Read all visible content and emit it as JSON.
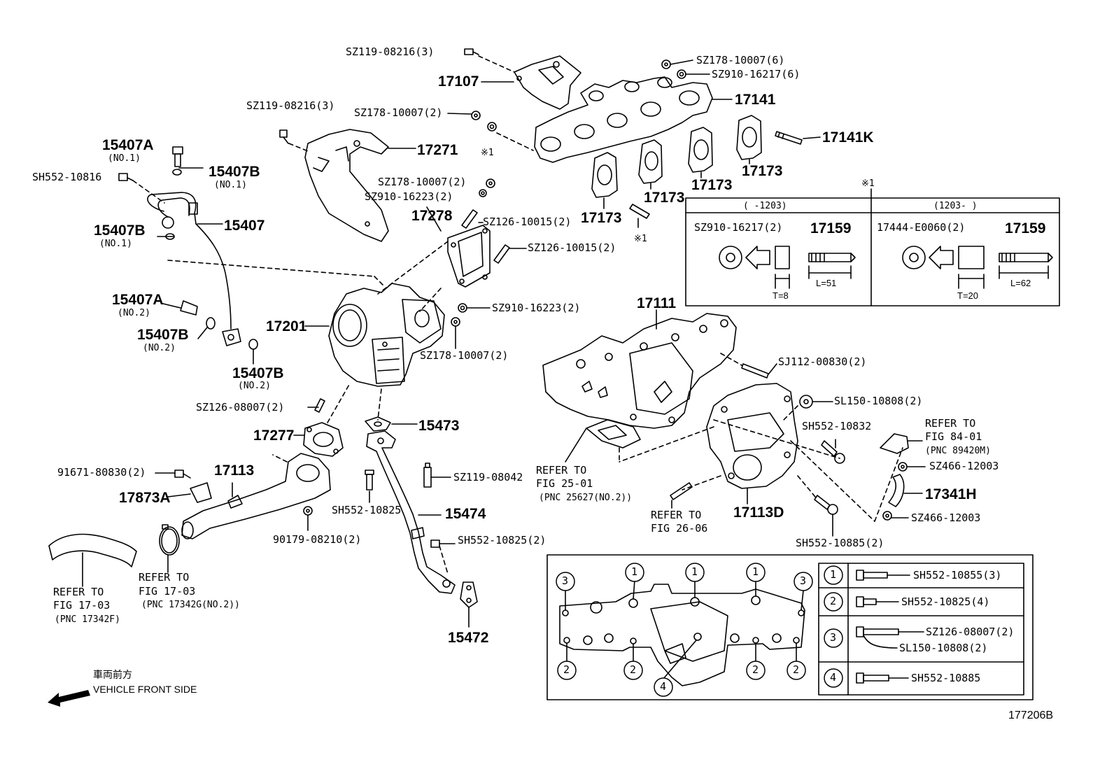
{
  "diagram_id": "177206B",
  "vehicle_front": {
    "jp": "車両前方",
    "en": "VEHICLE FRONT SIDE"
  },
  "part_numbers": {
    "p17107": "17107",
    "p17141": "17141",
    "p17141K": "17141K",
    "p17173": "17173",
    "p17271": "17271",
    "p17278": "17278",
    "p17201": "17201",
    "p15407": "15407",
    "p15407A": "15407A",
    "p15407B": "15407B",
    "p17111": "17111",
    "p17277": "17277",
    "p17113": "17113",
    "p17873A": "17873A",
    "p15473": "15473",
    "p15474": "15474",
    "p15472": "15472",
    "p17113D": "17113D",
    "p17341H": "17341H"
  },
  "notes": {
    "no1": "(NO.1)",
    "no2": "(NO.2)",
    "star1": "※1"
  },
  "fasteners": {
    "sz119_08216_3": "SZ119-08216(3)",
    "sz178_10007_6": "SZ178-10007(6)",
    "sz910_16217_6": "SZ910-16217(6)",
    "sz178_10007_2": "SZ178-10007(2)",
    "sz910_16223_2": "SZ910-16223(2)",
    "sz126_10015_2": "SZ126-10015(2)",
    "sh552_10816": "SH552-10816",
    "sz126_08007_2": "SZ126-08007(2)",
    "p91671_80830_2": "91671-80830(2)",
    "sz119_08042": "SZ119-08042",
    "sh552_10825": "SH552-10825",
    "p90179_08210_2": "90179-08210(2)",
    "sh552_10825_2": "SH552-10825(2)",
    "sj112_00830_2": "SJ112-00830(2)",
    "sl150_10808_2": "SL150-10808(2)",
    "sh552_10832": "SH552-10832",
    "sz466_12003": "SZ466-12003",
    "sh552_10885_2": "SH552-10885(2)"
  },
  "refers": {
    "fig84": {
      "l1": "REFER TO",
      "l2": "FIG 84-01",
      "l3": "(PNC 89420M)"
    },
    "fig25": {
      "l1": "REFER TO",
      "l2": "FIG 25-01",
      "l3": "(PNC 25627(NO.2))"
    },
    "fig26": {
      "l1": "REFER TO",
      "l2": "FIG 26-06"
    },
    "fig17a": {
      "l1": "REFER TO",
      "l2": "FIG 17-03",
      "l3": "(PNC 17342F)"
    },
    "fig17b": {
      "l1": "REFER TO",
      "l2": "FIG 17-03",
      "l3": "(PNC 17342G(NO.2))"
    }
  },
  "stud_table": {
    "left": {
      "range": "(      -1203)",
      "washer": "SZ910-16217(2)",
      "stud": "17159",
      "t": "T=8",
      "l": "L=51"
    },
    "right": {
      "range": "(1203-      )",
      "washer": "17444-E0060(2)",
      "stud": "17159",
      "t": "T=20",
      "l": "L=62"
    }
  },
  "bolt_legend": {
    "circles": [
      "1",
      "2",
      "3",
      "4"
    ],
    "r1": "SH552-10855(3)",
    "r2": "SH552-10825(4)",
    "r3a": "SZ126-08007(2)",
    "r3b": "SL150-10808(2)",
    "r4": "SH552-10885"
  },
  "colors": {
    "ink": "#000000",
    "paper": "#ffffff"
  }
}
